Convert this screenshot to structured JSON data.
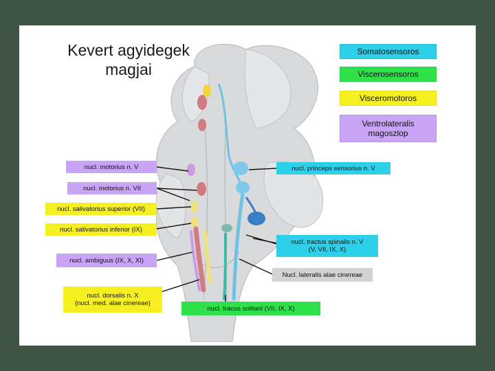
{
  "title_line1": "Kevert agyidegek",
  "title_line2": "magjai",
  "colors": {
    "somatosensory": "#2ecfe8",
    "viscerosensory": "#2ee04a",
    "visceromotor": "#f7f020",
    "ventrolateral": "#c8a4f4",
    "label_gray": "#d2d2d2"
  },
  "legend": [
    {
      "key": "somatosensory",
      "label": "Somatosensoros"
    },
    {
      "key": "viscerosensory",
      "label": "Viscerosensoros"
    },
    {
      "key": "visceromotor",
      "label": "Visceromotoros"
    },
    {
      "key": "ventrolateral",
      "label_line1": "Ventrolateralis",
      "label_line2": "magoszlop"
    }
  ],
  "labels": {
    "motorius_v": "nucl. motorius n. V",
    "motorius_vii": "nucl. motorius n. VII",
    "salivatorius_superior": "nucl. salivatorius superior (VII)",
    "salivatorius_inferior": "nucl. salivatorius inferior (IX)",
    "ambiguus": "nucl. ambiguus (IX, X, XI)",
    "dorsalis_line1": "nucl. dorsalis n. X",
    "dorsalis_line2": "(nucl. med. alae cinereae)",
    "princeps": "nucl. princeps sensorius n. V",
    "spinalis_line1": "nucl. tractus spinalis n. V",
    "spinalis_line2": "(V, VII, IX, X)",
    "lateralis": "Nucl. lateralis alae cinereae",
    "solitarii": "nucl. tracus solitarii (VII, IX, X)"
  }
}
